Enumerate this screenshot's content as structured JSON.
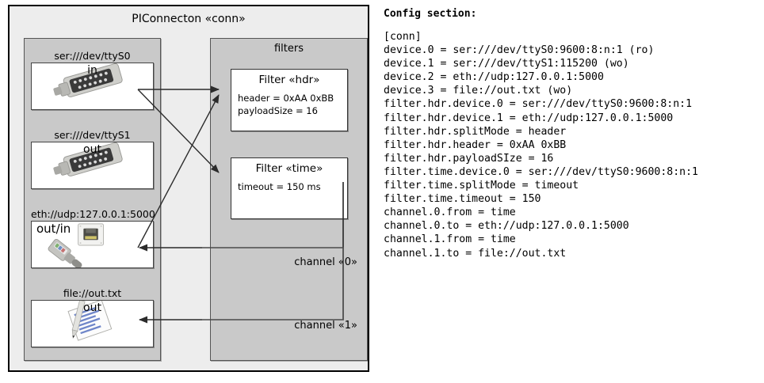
{
  "diagram": {
    "component_title": "PIConnecton «conn»",
    "devices_panel": {
      "title": "",
      "items": [
        {
          "label": "ser:///dev/ttyS0",
          "direction": "in",
          "icon": "serial-port-icon"
        },
        {
          "label": "ser:///dev/ttyS1",
          "direction": "out",
          "icon": "serial-port-icon"
        },
        {
          "label": "eth://udp:127.0.0.1:5000",
          "direction": "out/in",
          "icon": "ethernet-port-icon"
        },
        {
          "label": "file://out.txt",
          "direction": "out",
          "icon": "text-file-icon"
        }
      ]
    },
    "filters_panel": {
      "title": "filters",
      "items": [
        {
          "title": "Filter «hdr»",
          "attrs": [
            "header = 0xAA 0xBB",
            "payloadSize = 16"
          ]
        },
        {
          "title": "Filter «time»",
          "attrs": [
            "timeout = 150 ms"
          ]
        }
      ]
    },
    "channels": [
      {
        "label": "channel «0»"
      },
      {
        "label": "channel «1»"
      }
    ]
  },
  "config": {
    "heading": "Config section:",
    "lines": [
      "[conn]",
      "device.0 = ser:///dev/ttyS0:9600:8:n:1 (ro)",
      "device.1 = ser:///dev/ttyS1:115200 (wo)",
      "device.2 = eth://udp:127.0.0.1:5000",
      "device.3 = file://out.txt (wo)",
      "filter.hdr.device.0 = ser:///dev/ttyS0:9600:8:n:1",
      "filter.hdr.device.1 = eth://udp:127.0.0.1:5000",
      "filter.hdr.splitMode = header",
      "filter.hdr.header = 0xAA 0xBB",
      "filter.hdr.payloadSIze = 16",
      "filter.time.device.0 = ser:///dev/ttyS0:9600:8:n:1",
      "filter.time.splitMode = timeout",
      "filter.time.timeout = 150",
      "channel.0.from = time",
      "channel.0.to = eth://udp:127.0.0.1:5000",
      "channel.1.from = time",
      "channel.1.to = file://out.txt"
    ]
  },
  "colors": {
    "canvas": "#ffffff",
    "outer_fill": "#ededed",
    "panel_fill": "#c9c9c9",
    "box_fill": "#ffffff",
    "stroke": "#000000",
    "panel_stroke": "#555555"
  }
}
